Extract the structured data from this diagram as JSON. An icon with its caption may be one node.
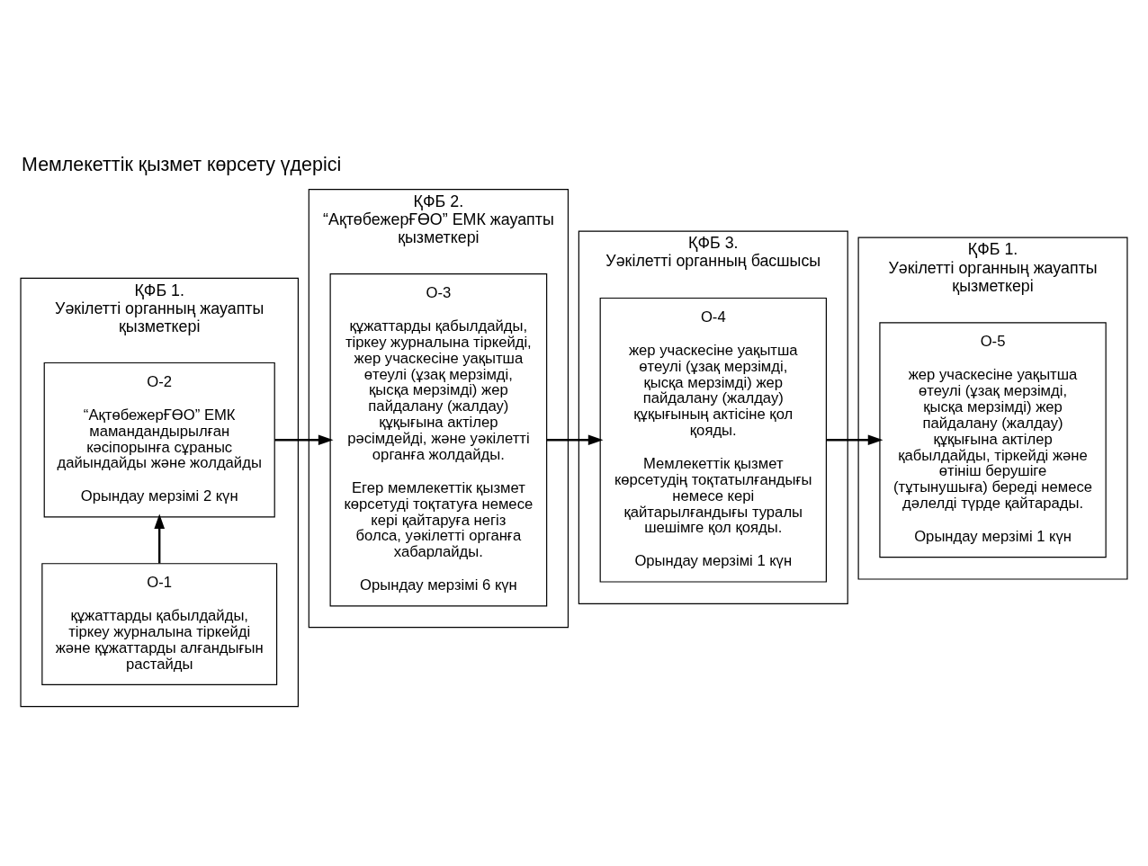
{
  "diagram": {
    "title": "Мемлекеттік қызмет көрсету үдерісі",
    "nodes": [
      {
        "text": [
          "ҚФБ 1.",
          "Уәкілетті органның жауапты қызметкері"
        ]
      },
      {
        "text": [
          "ҚФБ 2.",
          "“АқтөбежерҒӨО” ЕМК жауапты қызметкері"
        ]
      },
      {
        "text": [
          "ҚФБ 3.",
          "Уәкілетті органның басшысы"
        ]
      },
      {
        "text": [
          "ҚФБ 1.",
          "Уәкілетті органның жауапты қызметкері"
        ]
      },
      {
        "text": [
          "О-1",
          "құжаттарды қабылдайды, тіркеу журналына тіркейді және құжаттарды алғандығын растайды"
        ],
        "in": 0
      },
      {
        "text": [
          "О-2",
          "“АқтөбежерҒӨО” ЕМК мамандандырылған кәсіпорынға сұраныс дайындайды және жолдайды",
          "Орындау мерзімі 2 күн"
        ],
        "in": 0
      },
      {
        "text": [
          "О-3",
          "құжаттарды қабылдайды, тіркеу журналына тіркейді, жер учаскесіне уақытша өтеулі (ұзақ мерзімді, қысқа мерзімді) жер пайдалану (жалдау) құқығына актілер рәсімдейді, және уәкілетті органға жолдайды.",
          "Егер мемлекеттік қызмет көрсетуді тоқтатуға немесе кері қайтаруға негіз болса, уәкілетті органға хабарлайды.",
          "Орындау мерзімі 6 күн"
        ],
        "in": 1
      },
      {
        "text": [
          "О-4",
          "жер учаскесіне уақытша өтеулі (ұзақ мерзімді, қысқа мерзімді) жер пайдалану (жалдау) құқығының актісіне қол қояды.",
          "Мемлекеттік қызмет көрсетудің тоқтатылғандығы немесе кері қайтарылғандығы туралы шешімге қол қояды.",
          "Орындау мерзімі 1 күн"
        ],
        "in": 2
      },
      {
        "text": [
          "О-5",
          "жер учаскесіне уақытша өтеулі (ұзақ мерзімді, қысқа мерзімді) жер пайдалану (жалдау) құқығына актілер қабылдайды, тіркейді және өтініш берушіге (тұтынушыға) береді немесе дәлелді түрде қайтарады.",
          "Орындау мерзімі 1 күн"
        ],
        "in": 3
      }
    ],
    "edges": [
      {
        "from": 4,
        "to": 5,
        "arrow": "to"
      },
      {
        "from": 5,
        "to": 6,
        "arrow": "to"
      },
      {
        "from": 6,
        "to": 7,
        "arrow": "to"
      },
      {
        "from": 7,
        "to": 8,
        "arrow": "to"
      }
    ]
  }
}
